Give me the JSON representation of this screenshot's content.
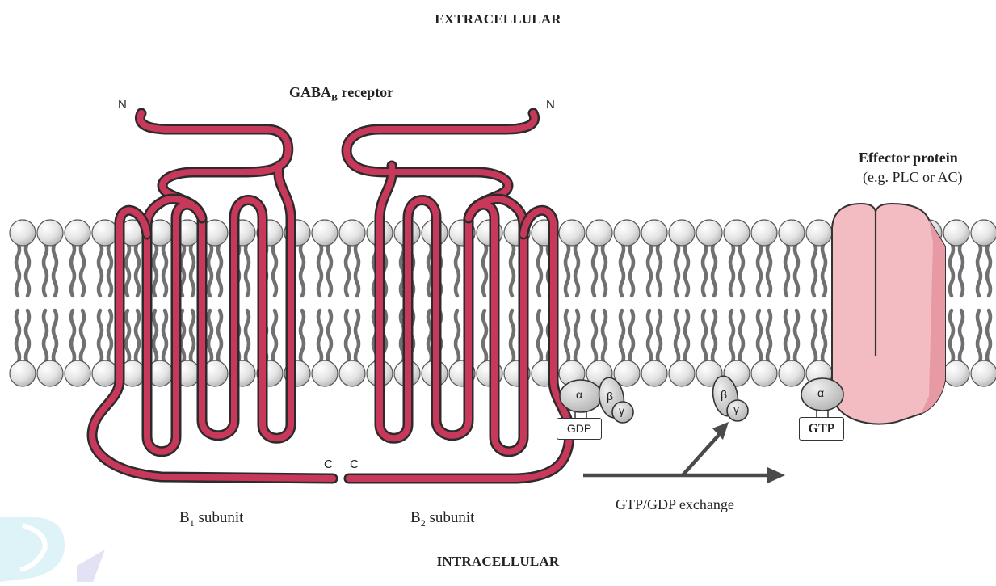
{
  "regions": {
    "top": "EXTRACELLULAR",
    "bottom": "INTRACELLULAR"
  },
  "receptor": {
    "name_main": "GABA",
    "name_sub": "B",
    "name_rest": " receptor",
    "n_terminal_1": "N",
    "n_terminal_2": "N",
    "c_terminal_1": "C",
    "c_terminal_2": "C",
    "subunit_1_main": "B",
    "subunit_1_sub": "1",
    "subunit_1_rest": " subunit",
    "subunit_2_main": "B",
    "subunit_2_sub": "2",
    "subunit_2_rest": " subunit"
  },
  "effector": {
    "title": "Effector protein",
    "subtitle": "(e.g. PLC or AC)"
  },
  "g_protein": {
    "alpha": "α",
    "beta": "β",
    "gamma": "γ",
    "gdp": "GDP",
    "gtp": "GTP",
    "free_beta": "β",
    "free_gamma": "γ",
    "alpha_2": "α"
  },
  "exchange": "GTP/GDP exchange",
  "colors": {
    "receptor": "#c8385a",
    "effector": "#f2bcc2",
    "effector_shade": "#e79aa4",
    "lipid_head": "#d9d9d9",
    "lipid_tail": "#707070",
    "gprotein": "#c9c9c9"
  }
}
